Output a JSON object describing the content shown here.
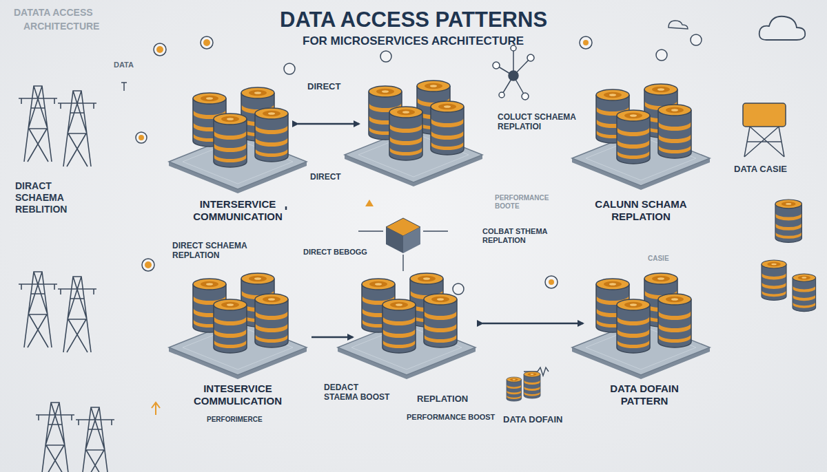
{
  "diagram": {
    "title": "DATA ACCESS PATTERNS",
    "nodes": [
      {
        "text": [
          "INTERSERVICE COMMUNICATION"
        ]
      },
      {
        "text": [
          "CALUNN SCHAMA REPLATION"
        ]
      },
      {
        "text": [
          "INTESERVICE COMMULICATION"
        ]
      },
      {
        "text": [
          "DATA DOFAIN PATTERN"
        ]
      }
    ],
    "labels": [
      "FOR MICROSERVICES ARCHITECTURE",
      "DATATA ACCESS",
      "ARCHITECTURE",
      "DATA",
      "DIRECT",
      "COLUCT SCHAEMA REPLATIOI",
      "DIRECT",
      "PERFORMANCE BOOTE",
      "DATA CASIE",
      "DIRACT SCHAEMA REBLITION",
      "DIRECT SCHAEMA REPLATION",
      "DIRECT BEBOGG",
      "COLBAT STHEMA REPLATION",
      "CASIE",
      "DEDACT STAEMA BOOST",
      "REPLATION",
      "PERFORIMERCE",
      "PERFORMANCE BOOST",
      "DATA DOFAIN"
    ]
  }
}
